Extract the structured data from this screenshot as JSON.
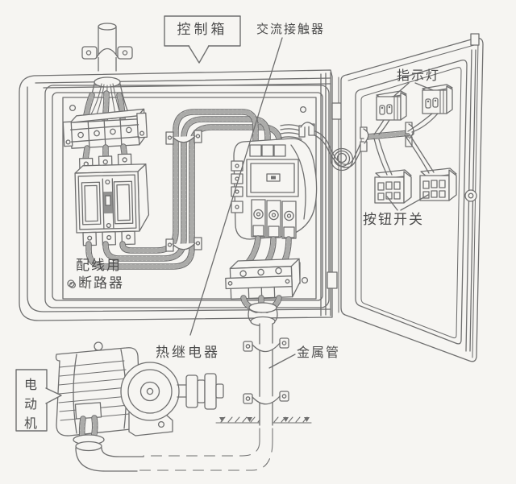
{
  "figure": {
    "type": "technical-illustration",
    "subject": "motor control cabinet wiring diagram"
  },
  "colors": {
    "paper": "#f6f5f2",
    "ink": "#6f6f6f",
    "text": "#4c4c4c"
  },
  "labels": {
    "control_box": "控制箱",
    "ac_contactor": "交流接触器",
    "indicator_light": "指示灯",
    "push_button_switch": "按钮开关",
    "wiring_breaker_line1": "配线用",
    "wiring_breaker_line2": "断路器",
    "thermal_relay": "热继电器",
    "metal_conduit": "金属管",
    "motor": "电动机"
  }
}
